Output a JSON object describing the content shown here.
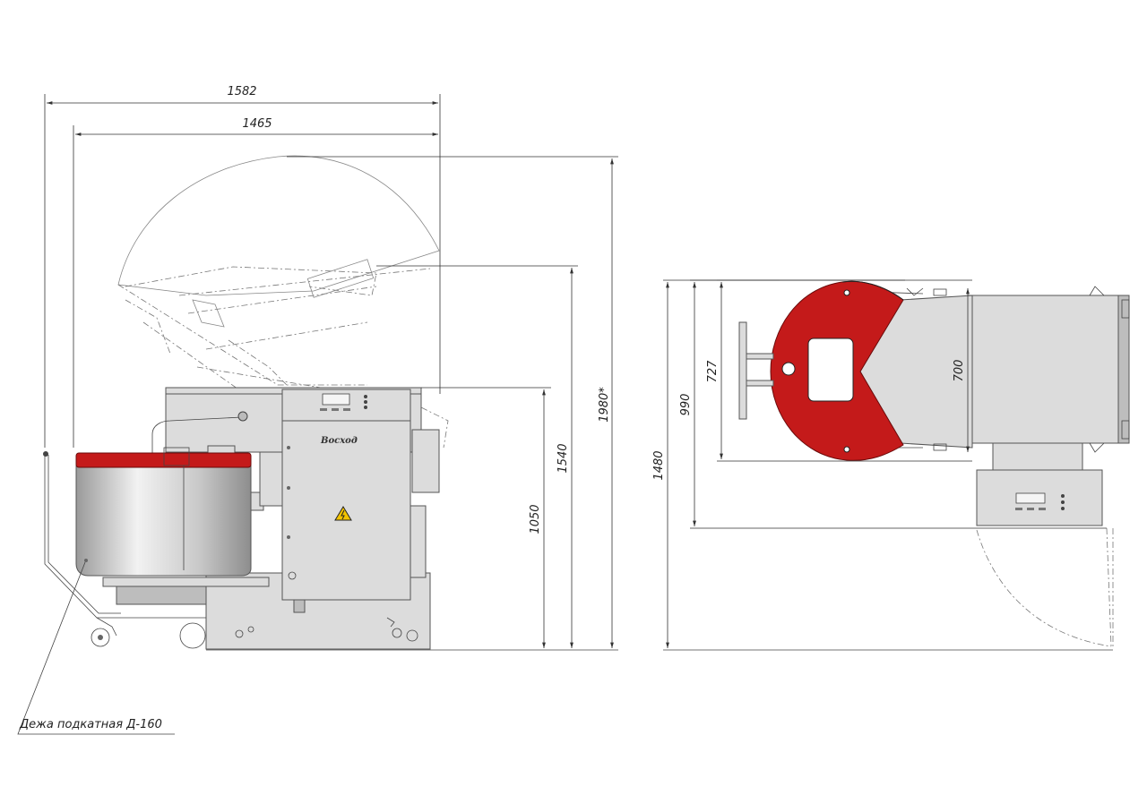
{
  "side_view": {
    "dimensions": {
      "total_width": "1582",
      "body_width": "1465",
      "overall_height": "1980*",
      "raised_height": "1540",
      "body_height": "1050"
    },
    "brand": "Восход",
    "callout": "Дежа подкатная Д-160"
  },
  "top_view": {
    "dimensions": {
      "total_depth": "1480",
      "depth_990": "990",
      "depth_727": "727",
      "bowl_width": "700"
    }
  },
  "colors": {
    "bowl_red": "#c41a1a",
    "machine_grey": "#dcdcdc",
    "line": "#444444"
  }
}
